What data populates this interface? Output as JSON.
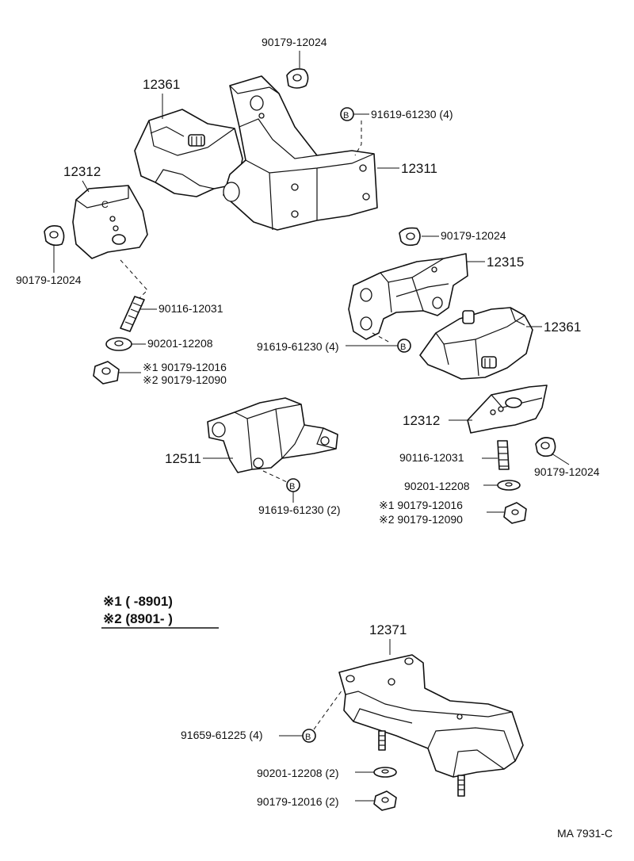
{
  "labels": {
    "p_90179_12024_top": "90179-12024",
    "p_12361_top": "12361",
    "p_91619_61230_top": "91619-61230 (4)",
    "p_12311": "12311",
    "p_12312_left": "12312",
    "p_90179_12024_left": "90179-12024",
    "p_90116_12031_left": "90116-12031",
    "p_90201_12208_left": "90201-12208",
    "p_s1_left": "※1 90179-12016",
    "p_s2_left": "※2 90179-12090",
    "p_90179_12024_mid": "90179-12024",
    "p_12315": "12315",
    "p_12361_right": "12361",
    "p_91619_61230_mid": "91619-61230 (4)",
    "p_12312_right": "12312",
    "p_90116_12031_right": "90116-12031",
    "p_90179_12024_right": "90179-12024",
    "p_90201_12208_right": "90201-12208",
    "p_s1_right": "※1 90179-12016",
    "p_s2_right": "※2 90179-12090",
    "p_12511": "12511",
    "p_91619_61230_low": "91619-61230 (2)",
    "p_12371": "12371",
    "p_91659_61225": "91659-61225 (4)",
    "p_90201_12208_bottom": "90201-12208 (2)",
    "p_90179_12016_bottom": "90179-12016 (2)"
  },
  "bolt_marker": "B",
  "legend": {
    "line1": "※1 (      -8901)",
    "line2": "※2 (8901-      )"
  },
  "footer_code": "MA  7931-C"
}
